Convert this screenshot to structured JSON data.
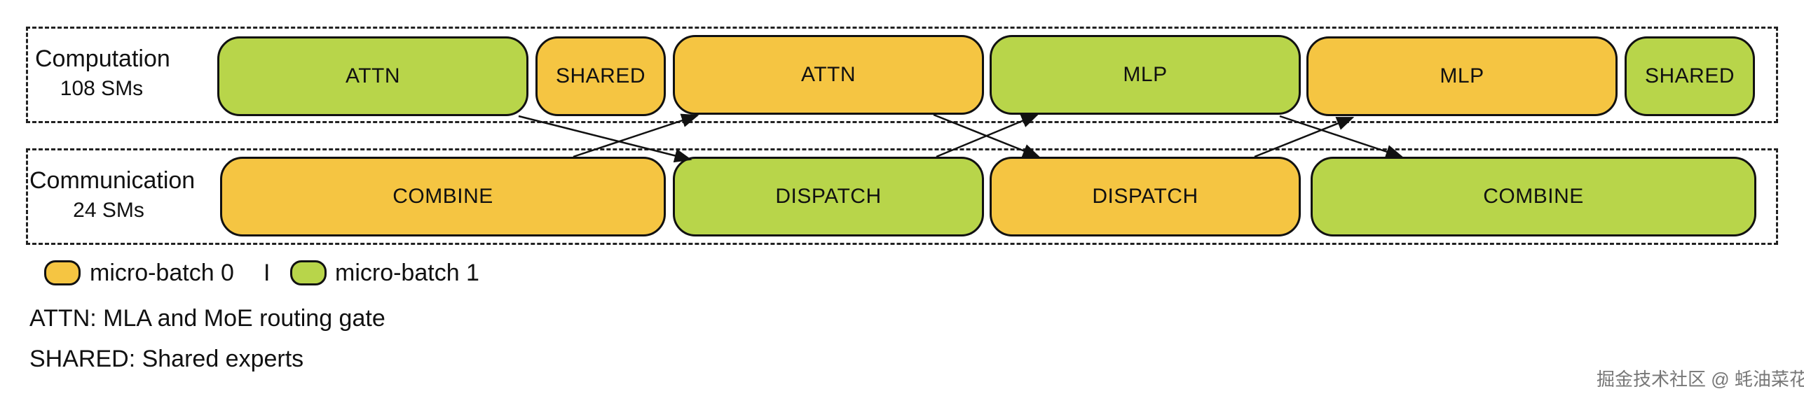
{
  "lanes": {
    "computation": {
      "title": "Computation",
      "subtitle": "108 SMs"
    },
    "communication": {
      "title": "Communication",
      "subtitle": "24 SMs"
    }
  },
  "computation_blocks": [
    {
      "label": "ATTN",
      "batch": 1
    },
    {
      "label": "SHARED",
      "batch": 0
    },
    {
      "label": "ATTN",
      "batch": 0
    },
    {
      "label": "MLP",
      "batch": 1
    },
    {
      "label": "MLP",
      "batch": 0
    },
    {
      "label": "SHARED",
      "batch": 1
    }
  ],
  "communication_blocks": [
    {
      "label": "COMBINE",
      "batch": 0
    },
    {
      "label": "DISPATCH",
      "batch": 1
    },
    {
      "label": "DISPATCH",
      "batch": 0
    },
    {
      "label": "COMBINE",
      "batch": 1
    }
  ],
  "legend": {
    "batch0": "micro-batch 0",
    "separator": "I",
    "batch1": "micro-batch 1"
  },
  "notes": {
    "attn": "ATTN: MLA and MoE routing gate",
    "shared": "SHARED: Shared experts"
  },
  "watermark": "掘金技术社区 @ 蚝油菜花",
  "colors": {
    "batch0": "#f5c542",
    "batch1": "#b8d54a"
  }
}
